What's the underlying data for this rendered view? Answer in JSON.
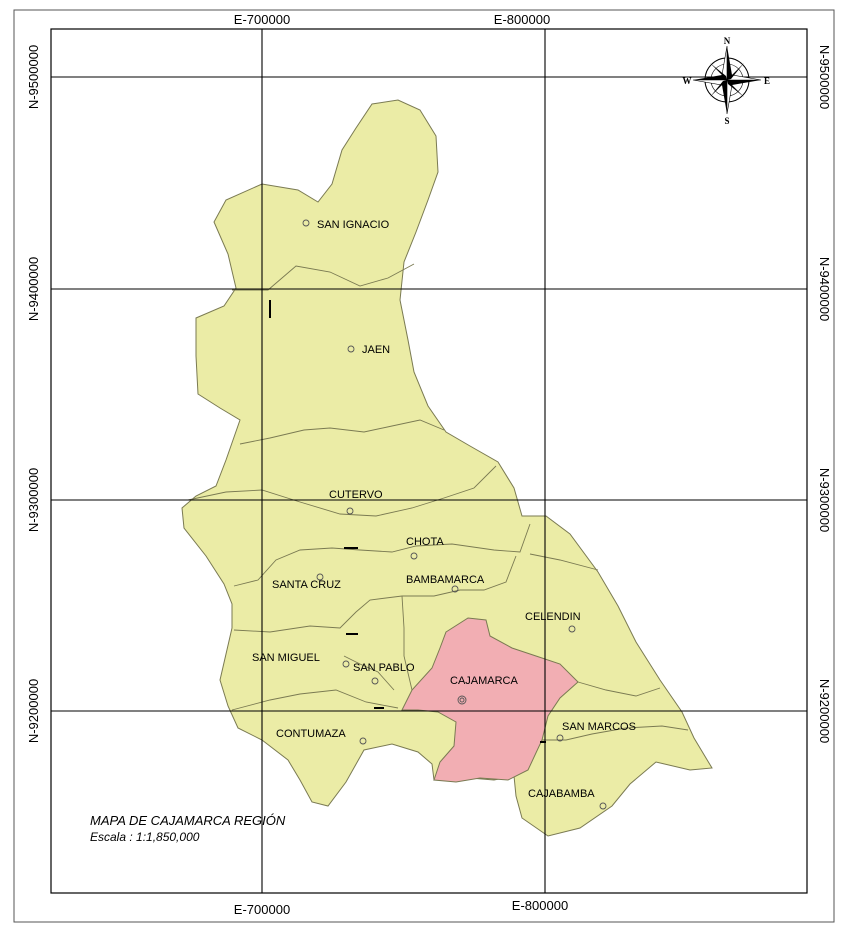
{
  "coords": {
    "top_e700": "E-700000",
    "top_e800": "E-800000",
    "bottom_e700": "E-700000",
    "bottom_e800": "E-800000",
    "left_n9500": "N-9500000",
    "left_n9400": "N-9400000",
    "left_n9300": "N-9300000",
    "left_n9200": "N-9200000",
    "right_n9500": "N-9500000",
    "right_n9400": "N-9400000",
    "right_n9300": "N-9300000",
    "right_n9200": "N-9200000"
  },
  "compass": {
    "n": "N",
    "s": "S",
    "e": "E",
    "w": "W"
  },
  "towns": {
    "san_ignacio": "SAN IGNACIO",
    "jaen": "JAEN",
    "cutervo": "CUTERVO",
    "chota": "CHOTA",
    "santa_cruz": "SANTA CRUZ",
    "bambamarca": "BAMBAMARCA",
    "celendin": "CELENDIN",
    "san_miguel": "SAN MIGUEL",
    "san_pablo": "SAN PABLO",
    "cajamarca": "CAJAMARCA",
    "contumaza": "CONTUMAZA",
    "san_marcos": "SAN MARCOS",
    "cajabamba": "CAJABAMBA"
  },
  "legend": {
    "title": "MAPA  DE CAJAMARCA REGIÓN",
    "scale": "Escala : 1:1,850,000"
  },
  "colors": {
    "region_fill": "#ebeca6",
    "highlight_fill": "#f2aeb3",
    "boundary": "#7a7a52",
    "grid": "#000000"
  }
}
